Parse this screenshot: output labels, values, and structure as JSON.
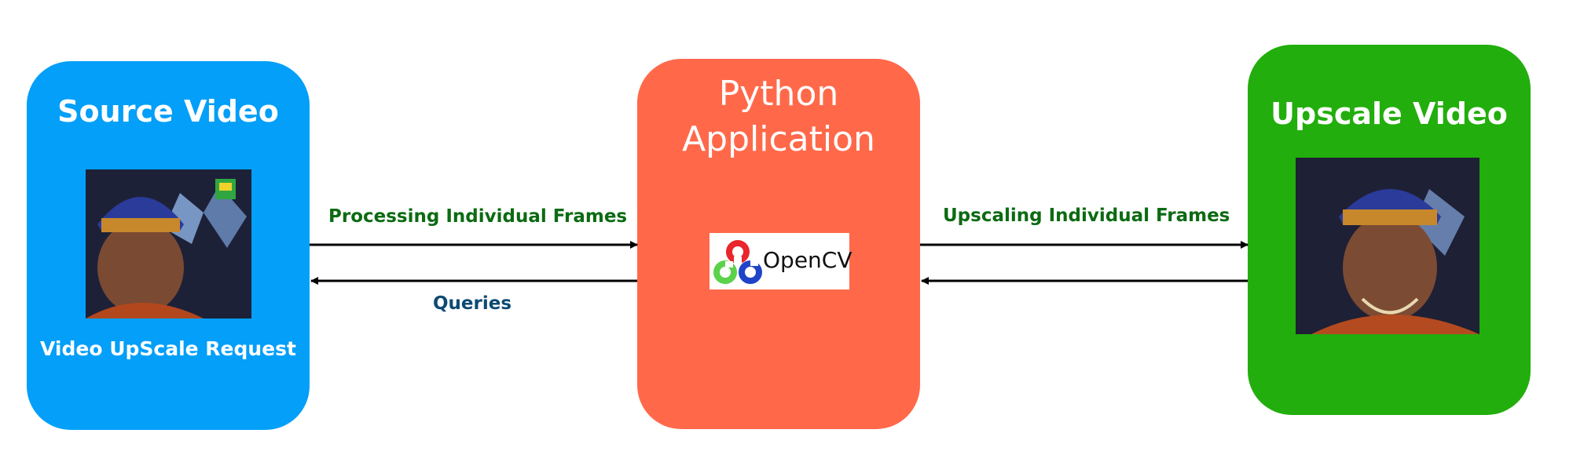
{
  "source": {
    "title": "Source Video",
    "subtitle": "Video UpScale Request",
    "color": "#039ff8"
  },
  "python": {
    "title_line1": "Python",
    "title_line2": "Application",
    "logo_text": "OpenCV",
    "color": "#ff694a"
  },
  "upscale": {
    "title": "Upscale Video",
    "color": "#22ae0c"
  },
  "arrows": {
    "processing_label": "Processing Individual Frames",
    "queries_label": "Queries",
    "upscaling_label": "Upscaling Individual Frames"
  }
}
